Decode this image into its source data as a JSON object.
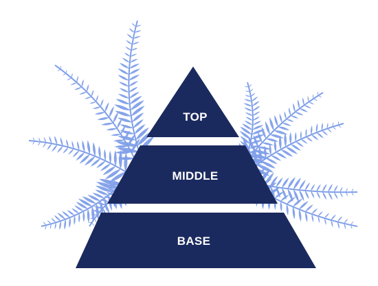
{
  "diagram": {
    "type": "pyramid",
    "levels": [
      {
        "id": "top",
        "label": "TOP"
      },
      {
        "id": "middle",
        "label": "MIDDLE"
      },
      {
        "id": "base",
        "label": "BASE"
      }
    ]
  },
  "background": {
    "illustration": "fern-fronds",
    "color": "#7f9fe9"
  },
  "colors": {
    "pyramid_fill": "#1b2a5e",
    "label_text": "#ffffff",
    "page_background": "#ffffff"
  }
}
